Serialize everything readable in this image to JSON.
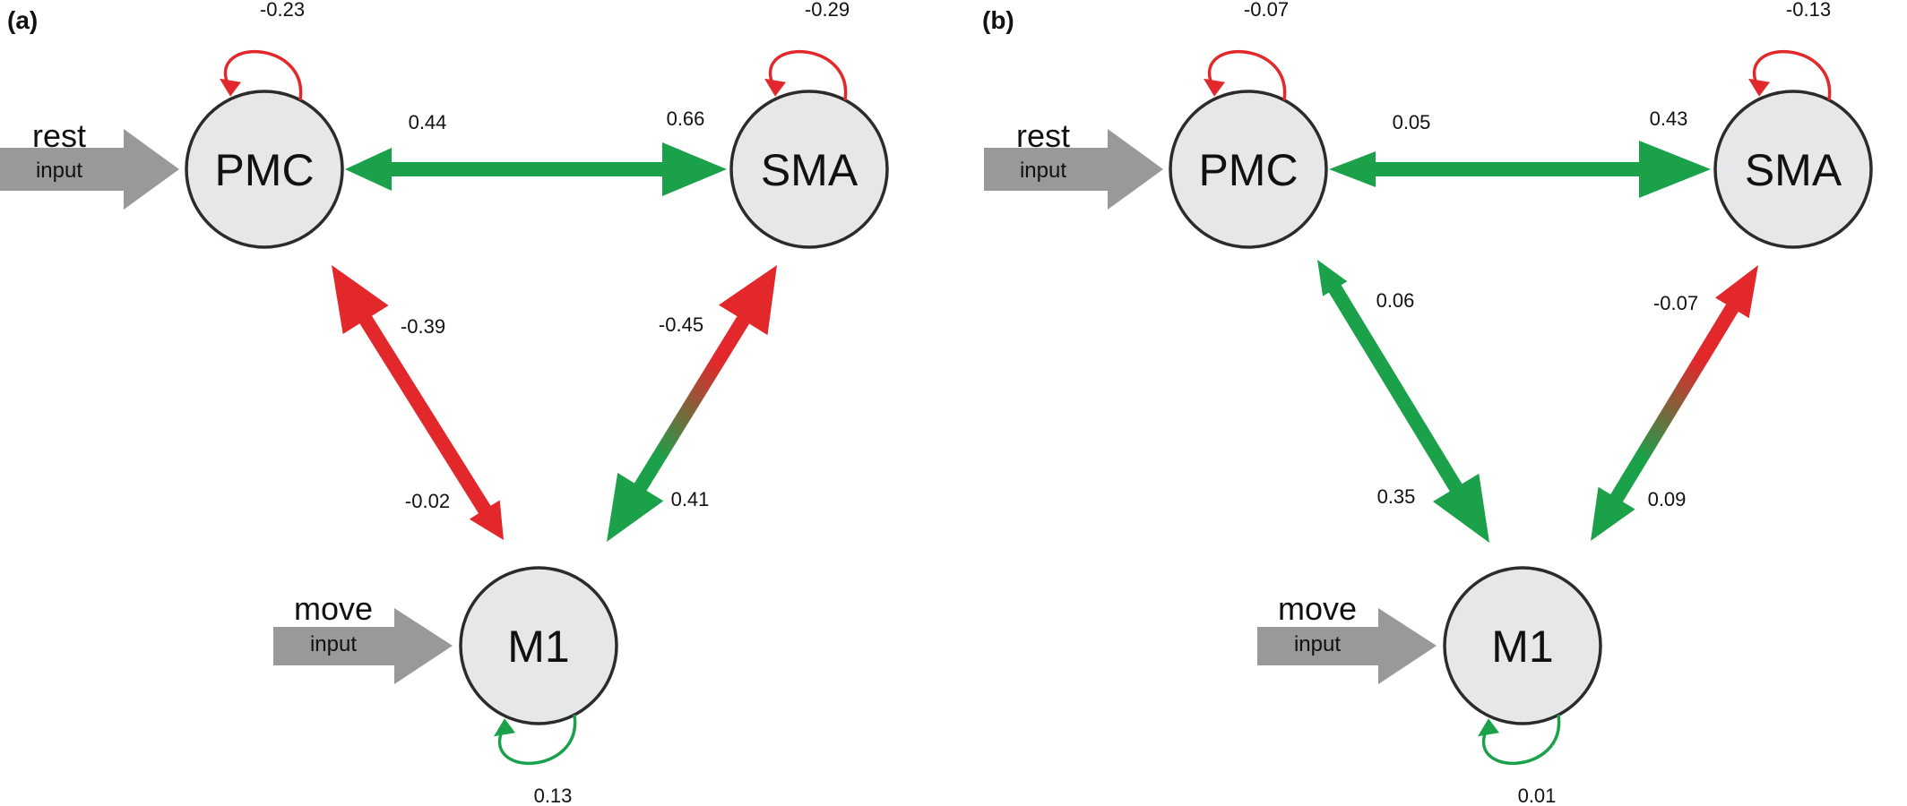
{
  "colors": {
    "node_fill": "#e6e7e8",
    "node_stroke": "#2b2b2b",
    "positive": "#1aa14a",
    "negative": "#e3282c",
    "input_arrow": "#999999"
  },
  "panels": [
    {
      "label": "(a)",
      "inputs": {
        "rest": "rest",
        "rest_sub": "input",
        "move": "move",
        "move_sub": "input"
      },
      "nodes": {
        "pmc": "PMC",
        "sma": "SMA",
        "m1": "M1"
      },
      "self": {
        "pmc": "-0.23",
        "sma": "-0.29",
        "m1": "0.13"
      },
      "edges": {
        "pmc_sma_left": "0.44",
        "pmc_sma_right": "0.66",
        "pmc_m1_top": "-0.39",
        "pmc_m1_bottom": "-0.02",
        "sma_m1_top": "-0.45",
        "sma_m1_bottom": "0.41"
      },
      "edge_signs": {
        "pmc_sma": [
          "positive",
          "positive"
        ],
        "pmc_m1": [
          "negative",
          "negative"
        ],
        "sma_m1": [
          "negative",
          "positive"
        ]
      },
      "self_signs": {
        "pmc": "negative",
        "sma": "negative",
        "m1": "positive"
      }
    },
    {
      "label": "(b)",
      "inputs": {
        "rest": "rest",
        "rest_sub": "input",
        "move": "move",
        "move_sub": "input"
      },
      "nodes": {
        "pmc": "PMC",
        "sma": "SMA",
        "m1": "M1"
      },
      "self": {
        "pmc": "-0.07",
        "sma": "-0.13",
        "m1": "0.01"
      },
      "edges": {
        "pmc_sma_left": "0.05",
        "pmc_sma_right": "0.43",
        "pmc_m1_top": "0.06",
        "pmc_m1_bottom": "0.35",
        "sma_m1_top": "-0.07",
        "sma_m1_bottom": "0.09"
      },
      "edge_signs": {
        "pmc_sma": [
          "positive",
          "positive"
        ],
        "pmc_m1": [
          "positive",
          "positive"
        ],
        "sma_m1": [
          "negative",
          "positive"
        ]
      },
      "self_signs": {
        "pmc": "negative",
        "sma": "negative",
        "m1": "positive"
      }
    }
  ]
}
